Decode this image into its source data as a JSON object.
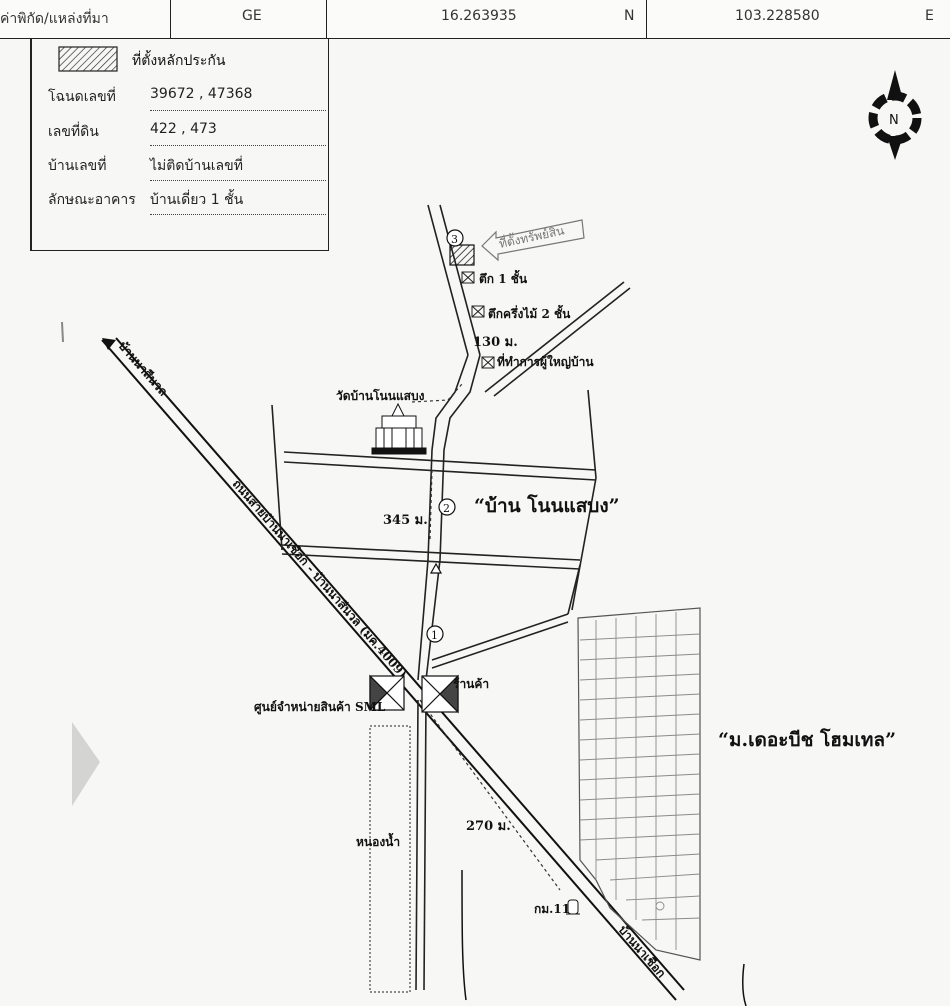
{
  "header": {
    "source_label": "ค่าพิกัด/แหล่งที่มา",
    "source_value": "GE",
    "latitude": "16.263935",
    "lat_dir": "N",
    "longitude": "103.228580",
    "lon_dir": "E"
  },
  "legend": {
    "collateral_label": "ที่ตั้งหลักประกัน",
    "rows": [
      {
        "label": "โฉนดเลขที่",
        "value": "39672 , 47368"
      },
      {
        "label": "เลขที่ดิน",
        "value": "422 , 473"
      },
      {
        "label": "บ้านเลขที่",
        "value": "ไม่ติดบ้านเลขที่"
      },
      {
        "label": "ลักษณะอาคาร",
        "value": "บ้านเดี่ยว 1 ชั้น"
      }
    ]
  },
  "compass": {
    "label": "N"
  },
  "map": {
    "property_location": "ที่ตั้งทรัพย์สิน",
    "building_1": "ตึก 1 ชั้น",
    "building_2": "ตึกครึ่งไม้ 2 ชั้น",
    "distance_130": "130 ม.",
    "headman_office": "ที่ทำการผู้ใหญ่บ้าน",
    "temple": "วัดบ้านโนนแสบง",
    "village": "“บ้าน โนนแสบง”",
    "distance_345": "345 ม.",
    "road_name": "ถนนสายบ้านนาเชือก - บ้านนาสีนวล (มค.4009)",
    "to_nasinuan": "บ้านนาสีนวล",
    "to_nachueak": "บ้านนาเชือก",
    "shop": "ร้านค้า",
    "sml_center": "ศูนย์จำหน่ายสินค้า SML",
    "pond": "หนองน้ำ",
    "distance_270": "270 ม.",
    "km_marker": "กม.11",
    "estate": "“ม.เดอะบีช โฮมเทล”",
    "markers": [
      "1",
      "2",
      "3"
    ]
  }
}
